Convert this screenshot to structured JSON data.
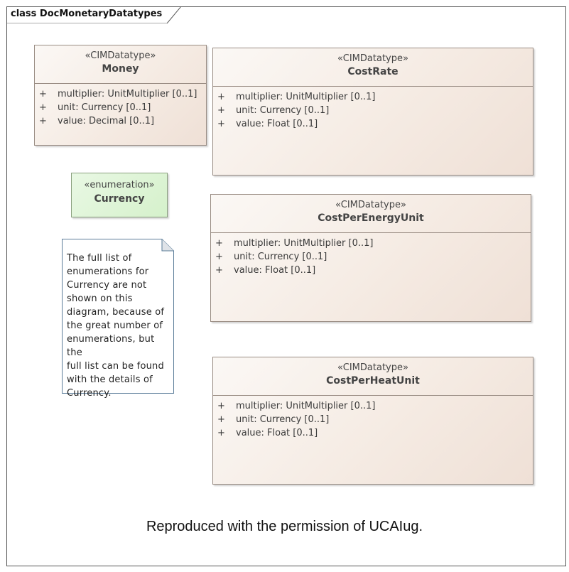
{
  "frame": {
    "title": "class DocMonetaryDatatypes"
  },
  "classes": {
    "money": {
      "stereotype": "«CIMDatatype»",
      "name": "Money",
      "attributes": [
        {
          "vis": "+",
          "text": "multiplier: UnitMultiplier [0..1]"
        },
        {
          "vis": "+",
          "text": "unit: Currency [0..1]"
        },
        {
          "vis": "+",
          "text": "value: Decimal [0..1]"
        }
      ]
    },
    "costrate": {
      "stereotype": "«CIMDatatype»",
      "name": "CostRate",
      "attributes": [
        {
          "vis": "+",
          "text": "multiplier: UnitMultiplier [0..1]"
        },
        {
          "vis": "+",
          "text": "unit: Currency [0..1]"
        },
        {
          "vis": "+",
          "text": "value: Float [0..1]"
        }
      ]
    },
    "costperenergyunit": {
      "stereotype": "«CIMDatatype»",
      "name": "CostPerEnergyUnit",
      "attributes": [
        {
          "vis": "+",
          "text": "multiplier: UnitMultiplier [0..1]"
        },
        {
          "vis": "+",
          "text": "unit: Currency [0..1]"
        },
        {
          "vis": "+",
          "text": "value: Float [0..1]"
        }
      ]
    },
    "costperheatunit": {
      "stereotype": "«CIMDatatype»",
      "name": "CostPerHeatUnit",
      "attributes": [
        {
          "vis": "+",
          "text": "multiplier: UnitMultiplier [0..1]"
        },
        {
          "vis": "+",
          "text": "unit: Currency [0..1]"
        },
        {
          "vis": "+",
          "text": "value: Float [0..1]"
        }
      ]
    }
  },
  "enumeration": {
    "stereotype": "«enumeration»",
    "name": "Currency"
  },
  "note": {
    "lines": [
      "The full list of",
      "enumerations for",
      "Currency are not",
      "shown on this",
      "diagram, because of",
      "the great number of",
      "enumerations, but the",
      "full list can be found",
      "with the details of",
      "Currency."
    ]
  },
  "footer": "Reproduced with the permission of UCAIug."
}
